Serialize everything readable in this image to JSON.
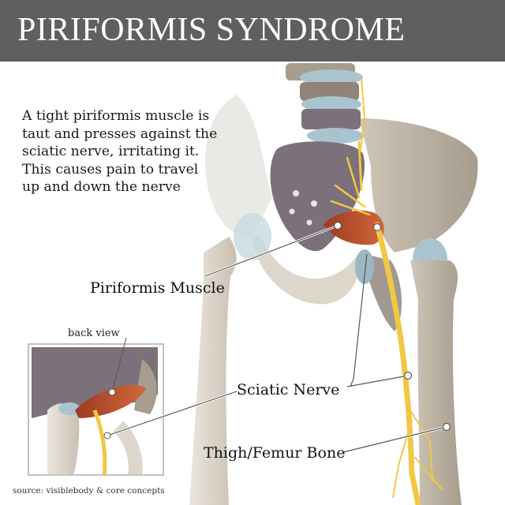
{
  "title": "PIRIFORMIS SYNDROME",
  "description": "A tight piriformis muscle is taut and presses against the sciatic nerve, irritating it. This causes pain to travel up and down the nerve",
  "labels": {
    "piriformis": "Piriformis Muscle",
    "sciatic": "Sciatic Nerve",
    "femur": "Thigh/Femur Bone"
  },
  "inset": {
    "caption": "back view"
  },
  "source": "source: visiblebody & core concepts",
  "colors": {
    "title_bar": "#5f5f61",
    "bone": "#d9d1c4",
    "sacrum": "#7c707a",
    "disc": "#a9c4cf",
    "muscle": "#b4492b",
    "nerve": "#f1c744"
  }
}
